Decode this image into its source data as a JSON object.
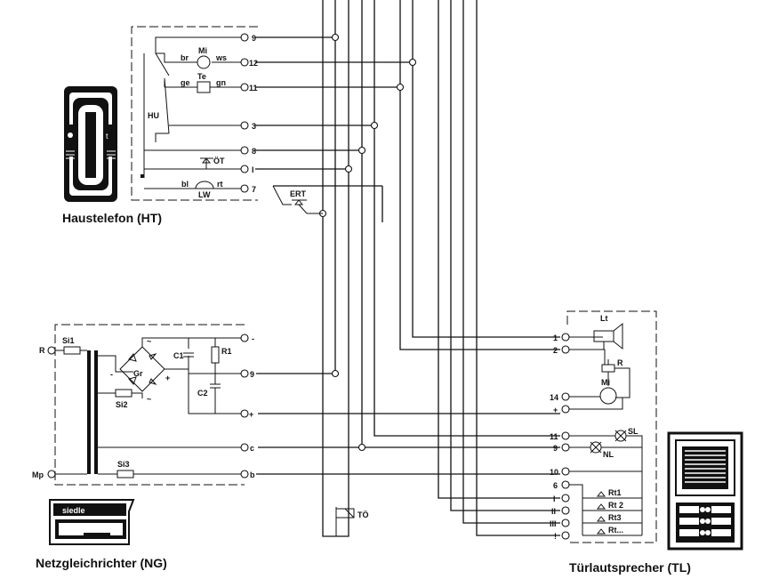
{
  "captions": {
    "ht": "Haustelefon (HT)",
    "ng": "Netzgleichrichter (NG)",
    "tl": "Türlautsprecher (TL)"
  },
  "ht_terminals": [
    "9",
    "12",
    "11",
    "3",
    "8",
    "I",
    "7"
  ],
  "ht_labels": {
    "mi": "Mi",
    "br": "br",
    "ws": "ws",
    "te": "Te",
    "ge": "ge",
    "gn": "gn",
    "hu": "HU",
    "ot": "ÖT",
    "lw": "LW",
    "bl": "bl",
    "rt": "rt",
    "ert": "ERT"
  },
  "ng_terminals": [
    "-",
    "9",
    "+",
    "c",
    "b"
  ],
  "ng_labels": {
    "r": "R",
    "mp": "Mp",
    "si1": "Si1",
    "si2": "Si2",
    "si3": "Si3",
    "gr": "Gr",
    "c1": "C1",
    "c2": "C2",
    "r1": "R1",
    "minus": "-",
    "plus": "+",
    "tilde": "~",
    "brand": "siedle"
  },
  "tl_terminals": [
    "1",
    "2",
    "14",
    "+",
    "11",
    "9",
    "10",
    "6",
    "I",
    "II",
    "III",
    "!"
  ],
  "tl_labels": {
    "lt": "Lt",
    "r": "R",
    "mi": "Mi",
    "sl": "SL",
    "nl": "NL",
    "rt1": "Rt1",
    "rt2": "Rt 2",
    "rt3": "Rt3",
    "rtn": "Rt..."
  },
  "to_label": "TÖ",
  "colors": {
    "ink": "#111111",
    "background": "#ffffff"
  }
}
